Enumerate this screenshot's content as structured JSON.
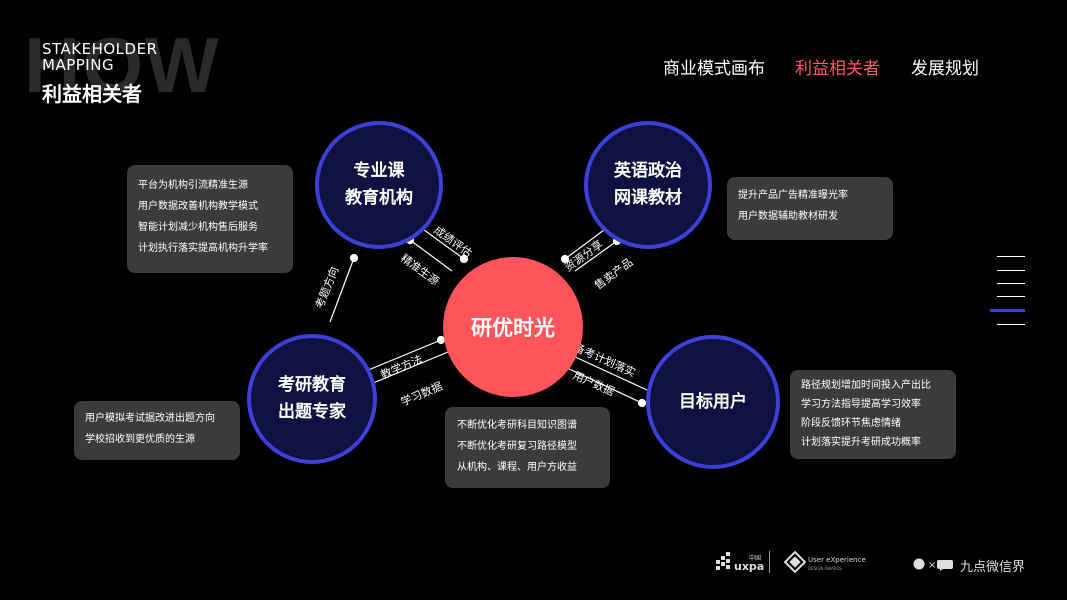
{
  "header": {
    "watermark": "HOW",
    "subtitle_line1": "STAKEHOLDER",
    "subtitle_line2": "MAPPING",
    "title": "利益相关者"
  },
  "nav": [
    {
      "label": "商业模式画布",
      "active": false
    },
    {
      "label": "利益相关者",
      "active": true
    },
    {
      "label": "发展规划",
      "active": false
    }
  ],
  "center": {
    "label": "研优时光"
  },
  "nodes": {
    "edu": {
      "line1": "专业课",
      "line2": "教育机构"
    },
    "english": {
      "line1": "英语政治",
      "line2": "网课教材"
    },
    "expert": {
      "line1": "考研教育",
      "line2": "出题专家"
    },
    "user": {
      "line1": "目标用户"
    }
  },
  "cards": {
    "edu": [
      "平台为机构引流精准生源",
      "用户数据改善机构教学模式",
      "智能计划减少机构售后服务",
      "计划执行落实提高机构升学率"
    ],
    "english": [
      "提升产品广告精准曝光率",
      "用户数据辅助教材研发"
    ],
    "expert": [
      "用户模拟考试据改进出题方向",
      "学校招收到更优质的生源"
    ],
    "center": [
      "不断优化考研科目知识图谱",
      "不断优化考研复习路径模型",
      "从机构、课程、用户方收益"
    ],
    "user": [
      "路径规划增加时间投入产出比",
      "学习方法指导提高学习效率",
      "阶段反馈环节焦虑情绪",
      "计划落实提升考研成功概率"
    ]
  },
  "links": {
    "edu_out": "成绩评估",
    "edu_in": "精准生源",
    "eng_out": "资源分享",
    "eng_in": "售卖产品",
    "exp_out": "教学方法",
    "exp_in": "学习数据",
    "usr_out": "备考计划落实",
    "usr_in": "用户数据",
    "exp_edu": "考题方向"
  },
  "footer": {
    "uxpa": "uxpa",
    "uxpa_cn": "中国",
    "ux_label": "User eXperience",
    "ux_sub": "DESIGN AWARDS",
    "brand": "九点微信界"
  },
  "colors": {
    "accent": "#ff555a",
    "blue": "#3d3fd6",
    "card": "#3b3b3d"
  }
}
